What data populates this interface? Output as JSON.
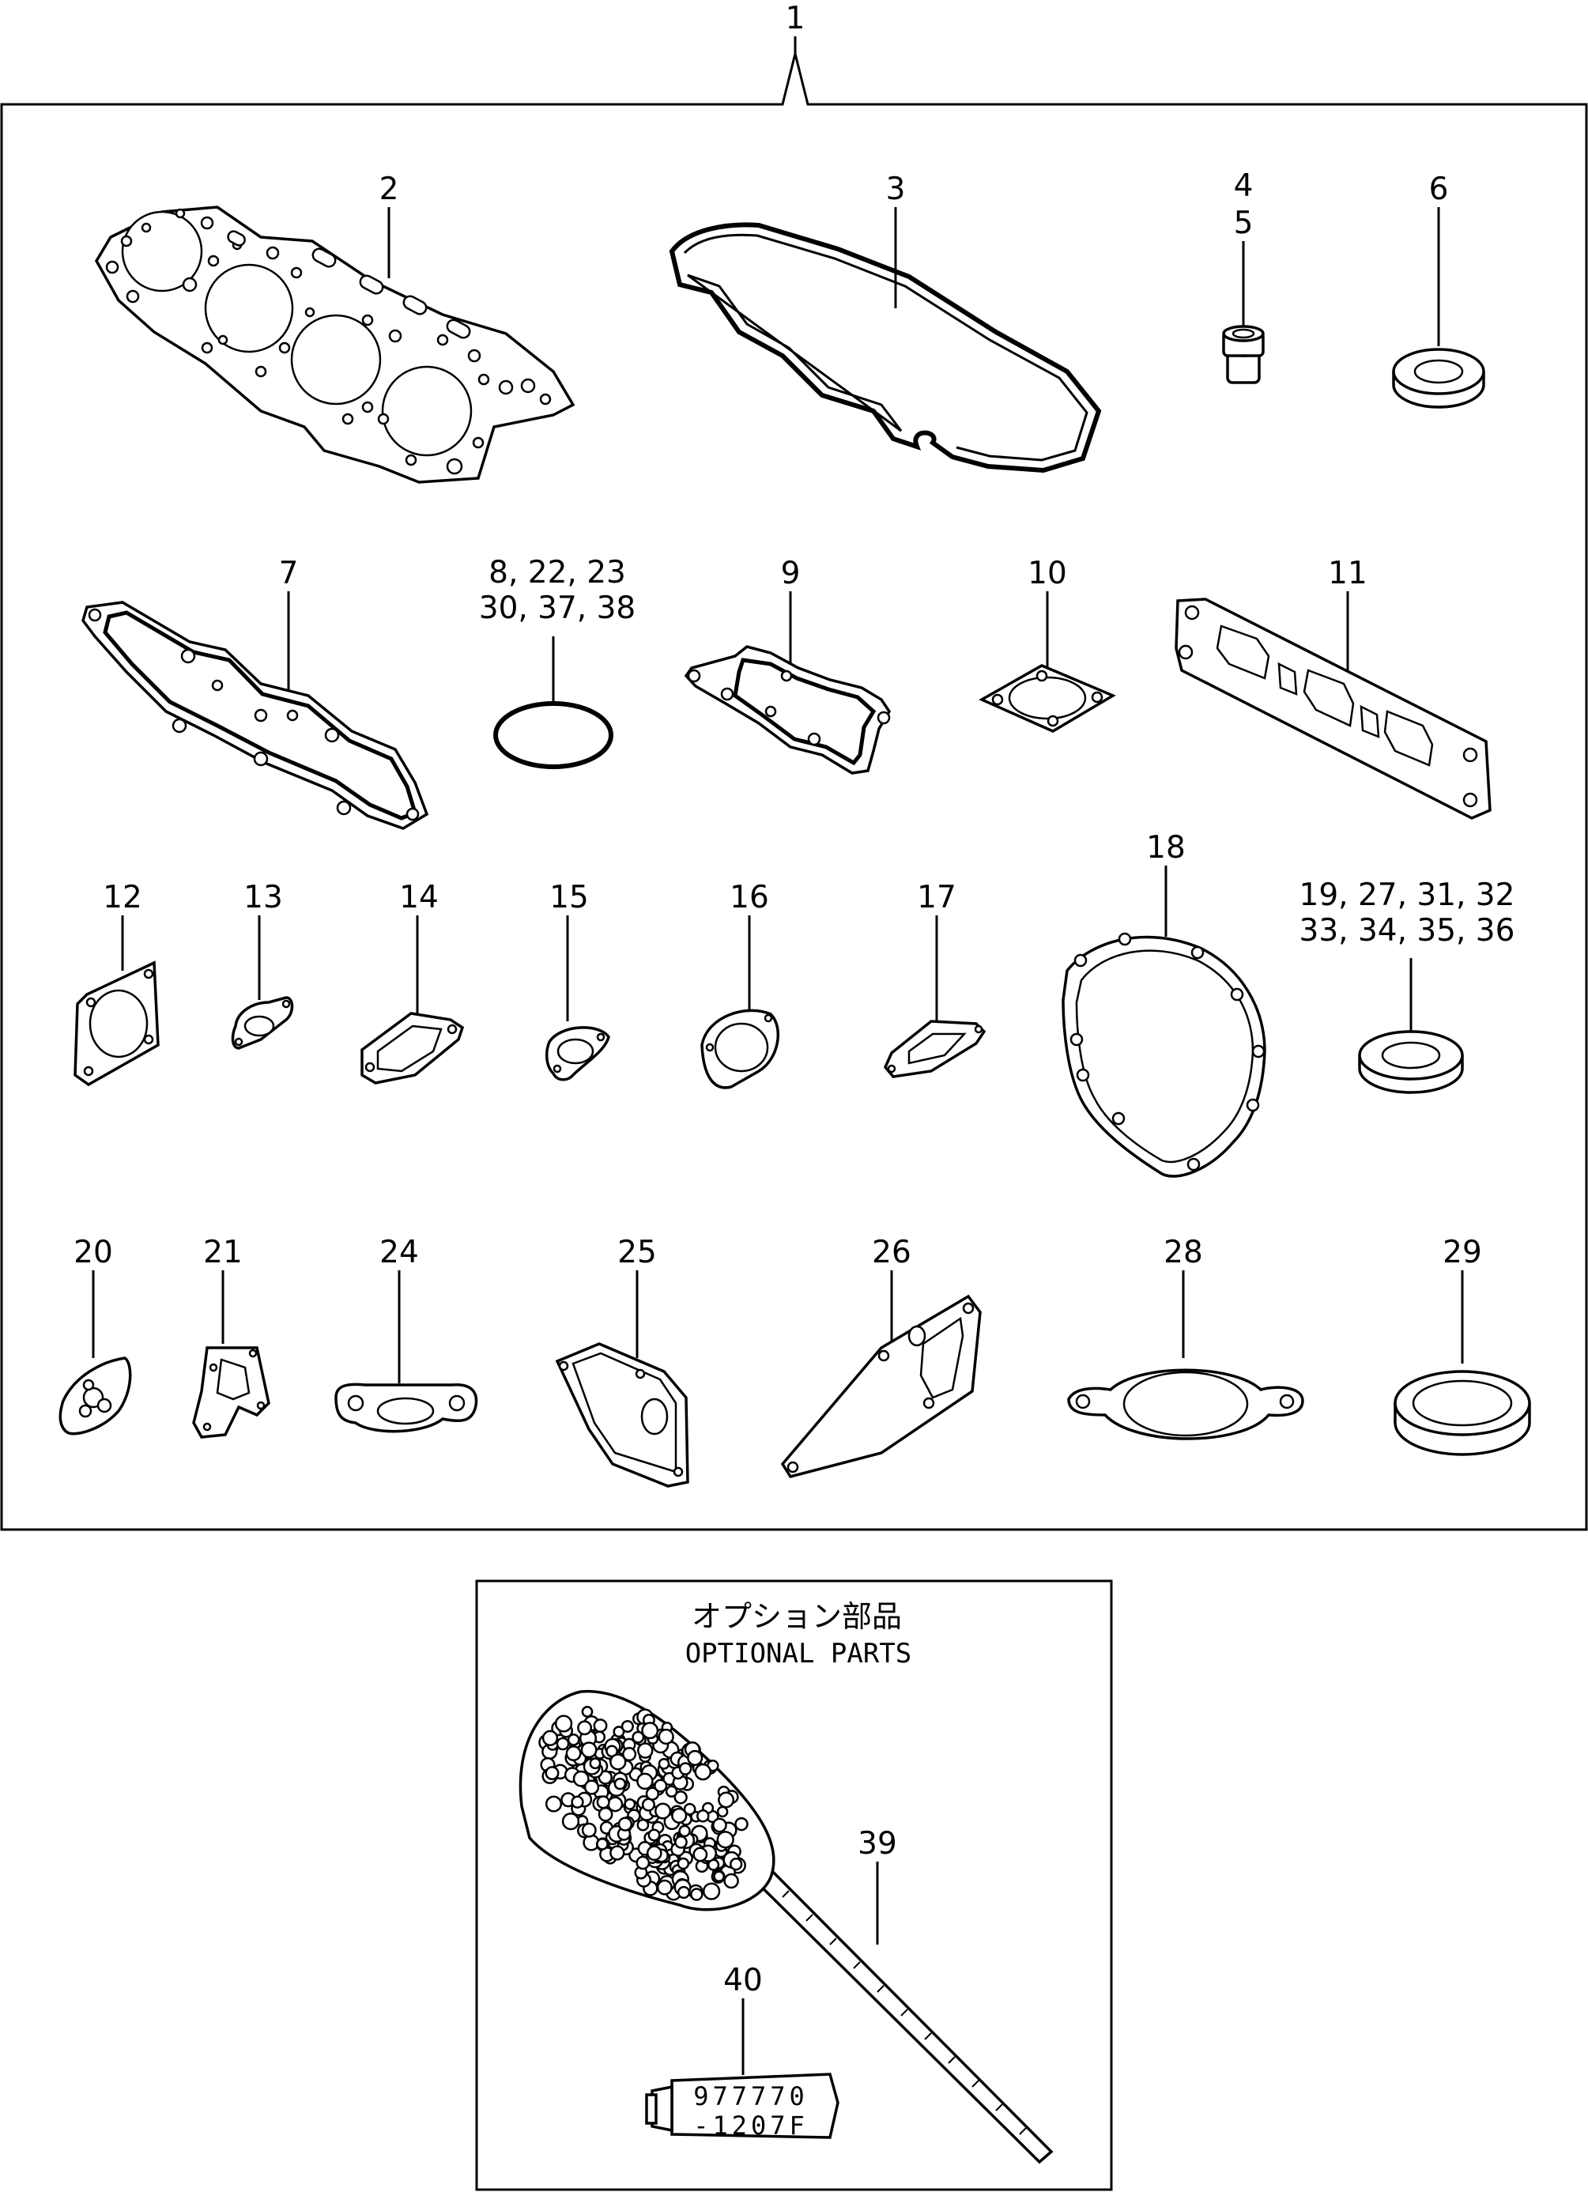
{
  "assembly_label": "1",
  "callouts": [
    "2",
    "3",
    "4",
    "5",
    "6",
    "7",
    "8,  22,  23",
    "30,  37,  38",
    "9",
    "10",
    "11",
    "12",
    "13",
    "14",
    "15",
    "16",
    "17",
    "18",
    "19,  27,  31,  32",
    "33,  34,  35,  36",
    "20",
    "21",
    "24",
    "25",
    "26",
    "28",
    "29",
    "39",
    "40"
  ],
  "optional_box": {
    "title_jp": "オプション部品",
    "title_en": "OPTIONAL PARTS"
  },
  "tube_stamp": [
    "977770",
    "-1207F"
  ],
  "icons": [
    "cylinder-head-gasket",
    "valve-cover-gasket",
    "valve-stem-seal",
    "oil-seal",
    "o-ring",
    "flange-gasket",
    "manifold-gasket",
    "cleaning-brush",
    "sealant-tube"
  ]
}
